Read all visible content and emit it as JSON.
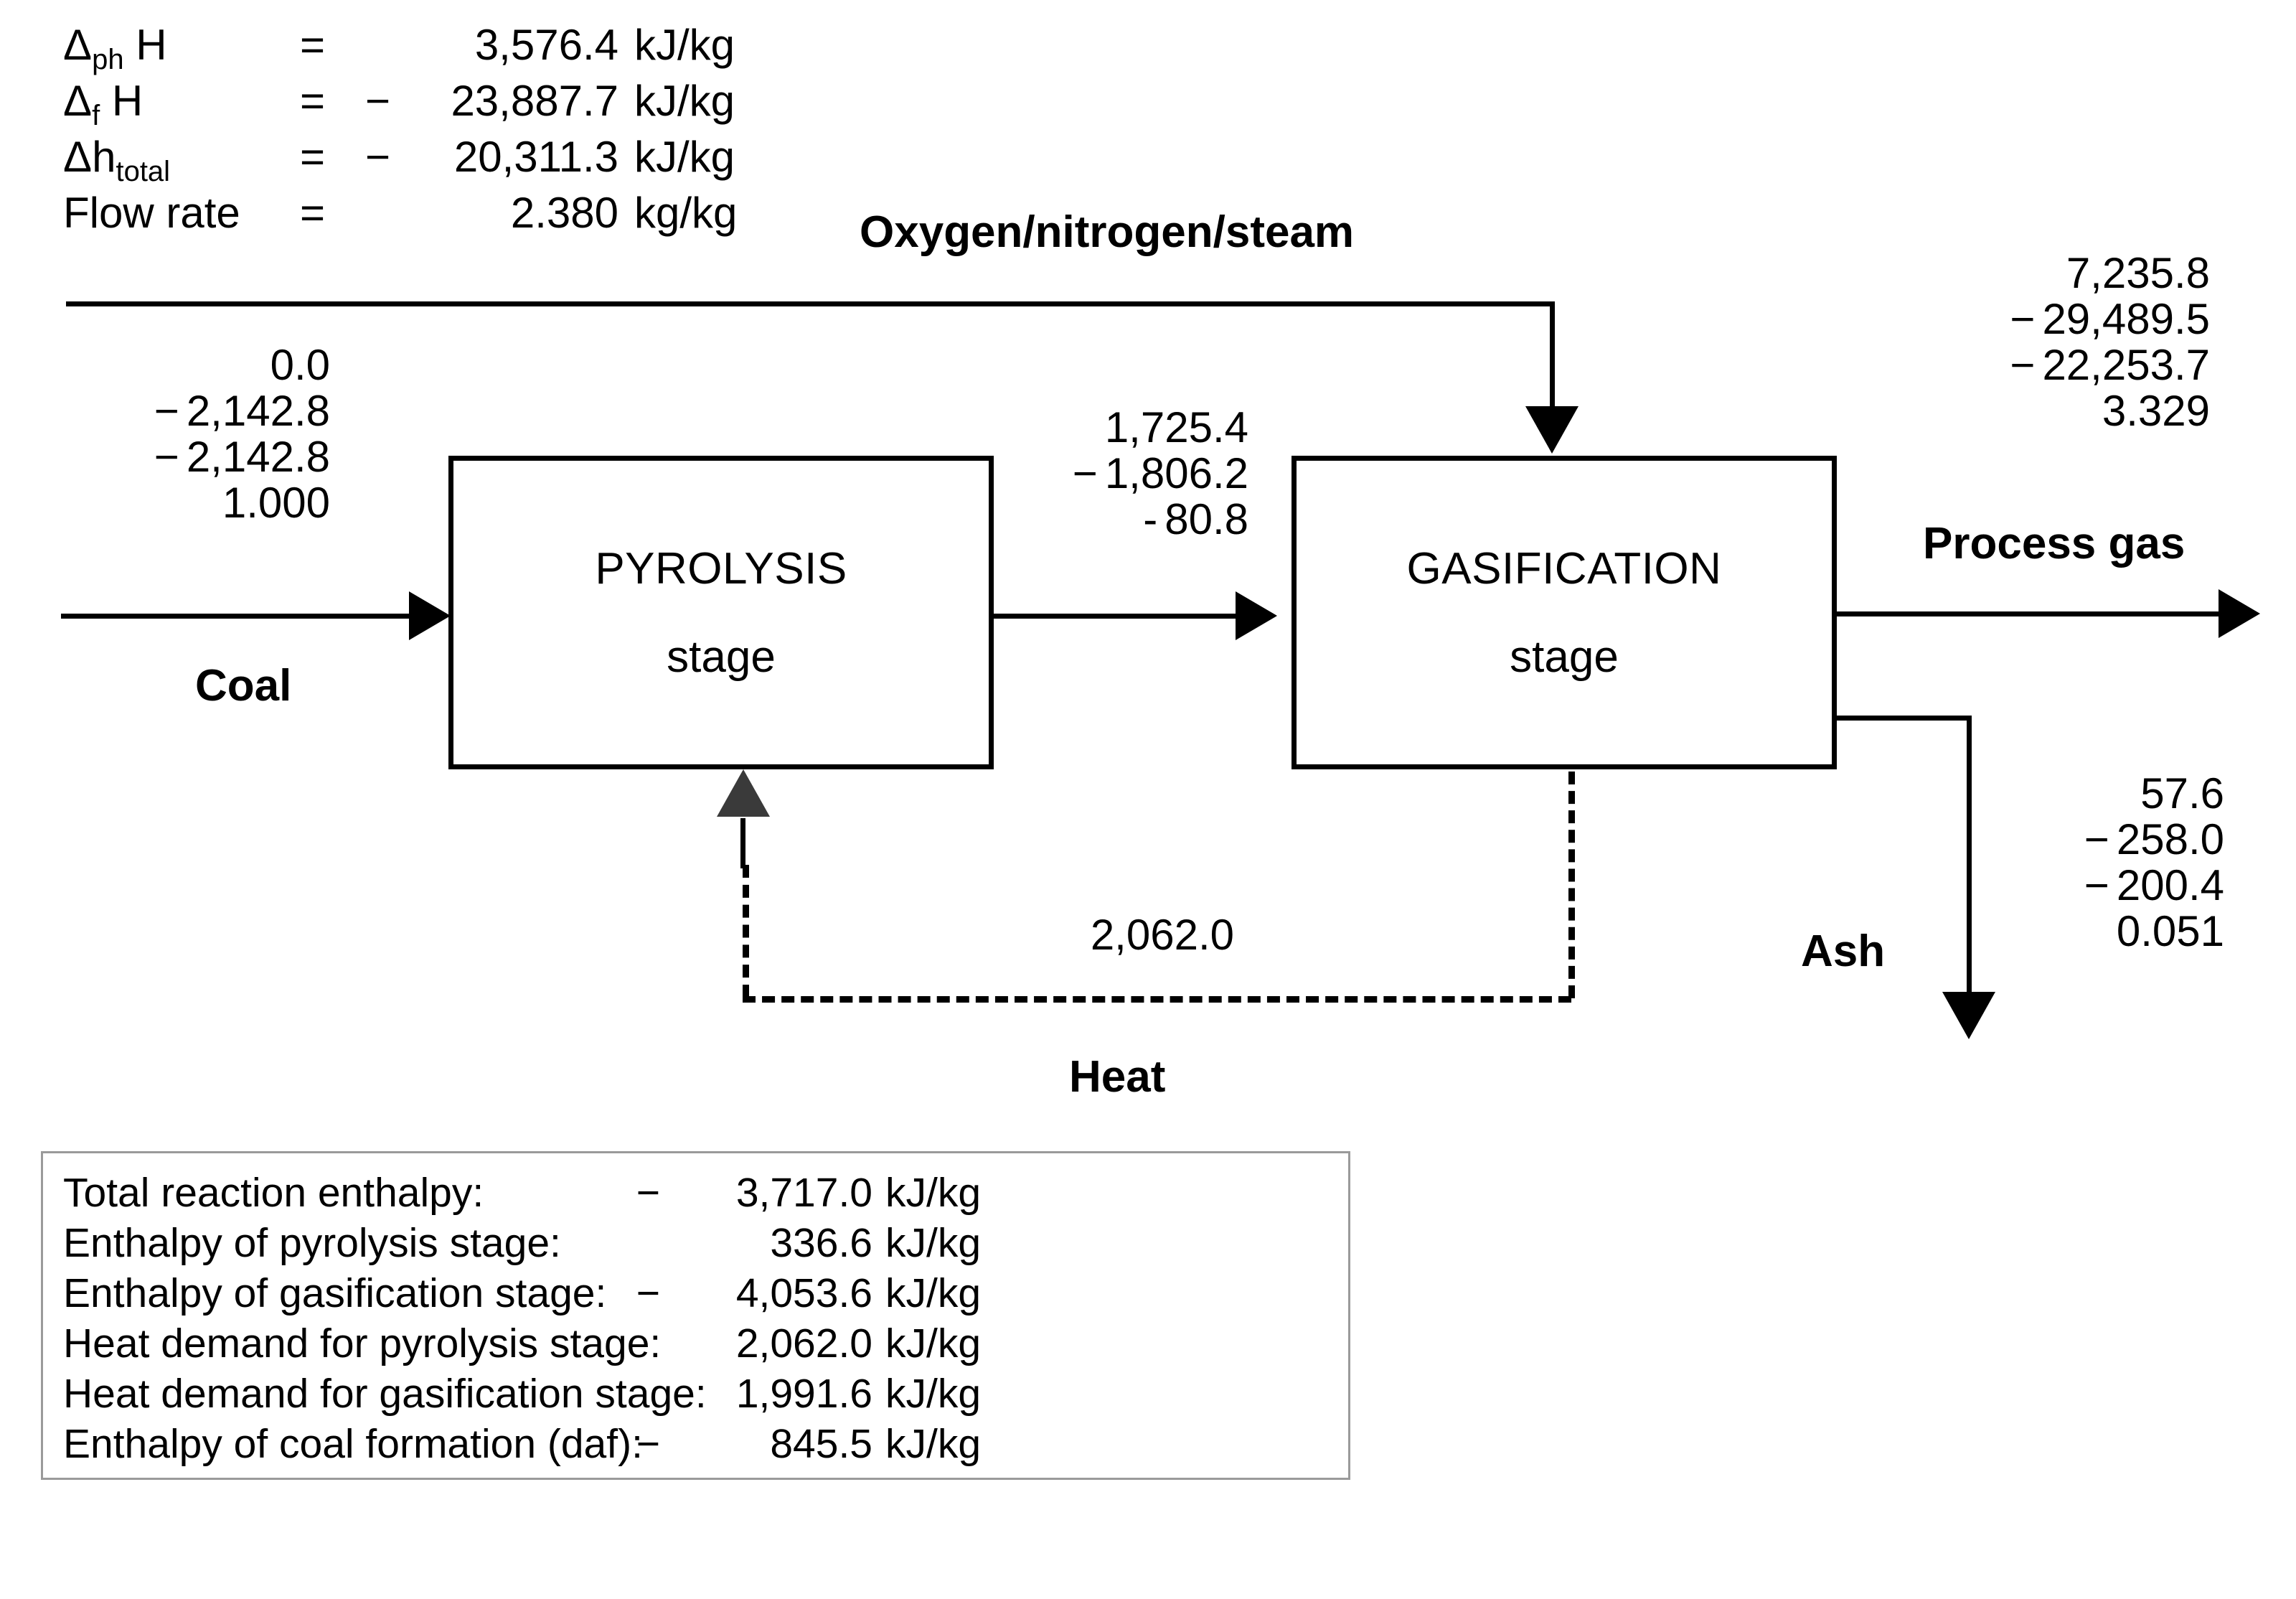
{
  "legend": {
    "rows": [
      {
        "symbol_main": "Δ",
        "symbol_sub": "ph",
        "symbol_tail": " H",
        "eq": "=",
        "sign": "",
        "value": "3,576.4",
        "unit": "kJ/kg"
      },
      {
        "symbol_main": "Δ",
        "symbol_sub": "f",
        "symbol_tail": " H",
        "eq": "=",
        "sign": "−",
        "value": "23,887.7",
        "unit": "kJ/kg"
      },
      {
        "symbol_main": "Δh",
        "symbol_sub": "total",
        "symbol_tail": "",
        "eq": "=",
        "sign": "−",
        "value": "20,311.3",
        "unit": "kJ/kg"
      },
      {
        "symbol_main": "Flow rate",
        "symbol_sub": "",
        "symbol_tail": "",
        "eq": "=",
        "sign": "",
        "value": "2.380",
        "unit": "kg/kg"
      }
    ]
  },
  "streams": {
    "coal": {
      "label": "Coal",
      "values": [
        {
          "sign": "",
          "num": "0.0"
        },
        {
          "sign": "−",
          "num": "2,142.8"
        },
        {
          "sign": "−",
          "num": "2,142.8"
        },
        {
          "sign": "",
          "num": "1.000"
        }
      ]
    },
    "oxidant": {
      "label": "Oxygen/nitrogen/steam"
    },
    "char": {
      "values": [
        {
          "sign": "",
          "num": "1,725.4"
        },
        {
          "sign": "−",
          "num": "1,806.2"
        },
        {
          "sign": "-",
          "num": "80.8"
        }
      ]
    },
    "process_gas": {
      "label": "Process gas",
      "values": [
        {
          "sign": "",
          "num": "7,235.8"
        },
        {
          "sign": "−",
          "num": "29,489.5"
        },
        {
          "sign": "−",
          "num": "22,253.7"
        },
        {
          "sign": "",
          "num": "3.329"
        }
      ]
    },
    "ash": {
      "label": "Ash",
      "values": [
        {
          "sign": "",
          "num": "57.6"
        },
        {
          "sign": "−",
          "num": "258.0"
        },
        {
          "sign": "−",
          "num": "200.4"
        },
        {
          "sign": "",
          "num": "0.051"
        }
      ]
    },
    "heat": {
      "label": "Heat",
      "value": "2,062.0"
    }
  },
  "units": {
    "pyrolysis": {
      "line1": "PYROLYSIS",
      "line2": "stage"
    },
    "gasification": {
      "line1": "GASIFICATION",
      "line2": "stage"
    }
  },
  "summary": {
    "rows": [
      {
        "label": "Total reaction enthalpy:",
        "sign": "−",
        "value": "3,717.0",
        "unit": "kJ/kg"
      },
      {
        "label": "Enthalpy of pyrolysis stage:",
        "sign": "",
        "value": "336.6",
        "unit": "kJ/kg"
      },
      {
        "label": "Enthalpy of gasification stage:",
        "sign": "−",
        "value": "4,053.6",
        "unit": "kJ/kg"
      },
      {
        "label": "Heat demand for pyrolysis stage:",
        "sign": "",
        "value": "2,062.0",
        "unit": "kJ/kg"
      },
      {
        "label": "Heat demand for gasification stage:",
        "sign": "",
        "value": "1,991.6",
        "unit": "kJ/kg"
      },
      {
        "label": "Enthalpy of coal formation (daf):",
        "sign": "−",
        "value": "845.5",
        "unit": "kJ/kg"
      }
    ]
  },
  "colors": {
    "line": "#000000",
    "heat_arrow": "#3a3a3a",
    "summary_border": "#9a9a9a"
  }
}
